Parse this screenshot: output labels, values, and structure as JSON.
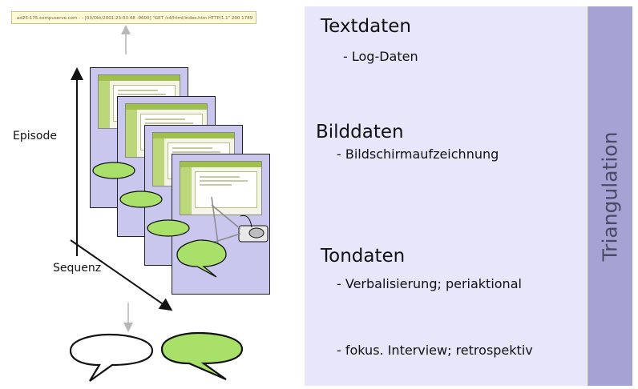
{
  "log_line": "ad25-175.compuserve.com - - [03/Okt/2001:23:03:48 -0600] \"GET /c4/html/index.htm HTTP/1.1\" 200 1789",
  "left": {
    "episode_label": "Episode",
    "sequence_label": "Sequenz"
  },
  "sections": {
    "text": {
      "heading": "Textdaten",
      "items": [
        "- Log-Daten"
      ]
    },
    "image": {
      "heading": "Bilddaten",
      "items": [
        "- Bildschirmaufzeichnung"
      ]
    },
    "audio": {
      "heading": "Tondaten",
      "items": [
        "- Verbalisierung; periaktional",
        "- fokus. Interview; retrospektiv"
      ]
    }
  },
  "side_label": "Triangulation",
  "colors": {
    "card_fill": "#c9c7ee",
    "speech_bubble_green": "#a8e06a",
    "panel_fill": "#e7e6fa",
    "strip_fill": "#a4a3d3"
  }
}
